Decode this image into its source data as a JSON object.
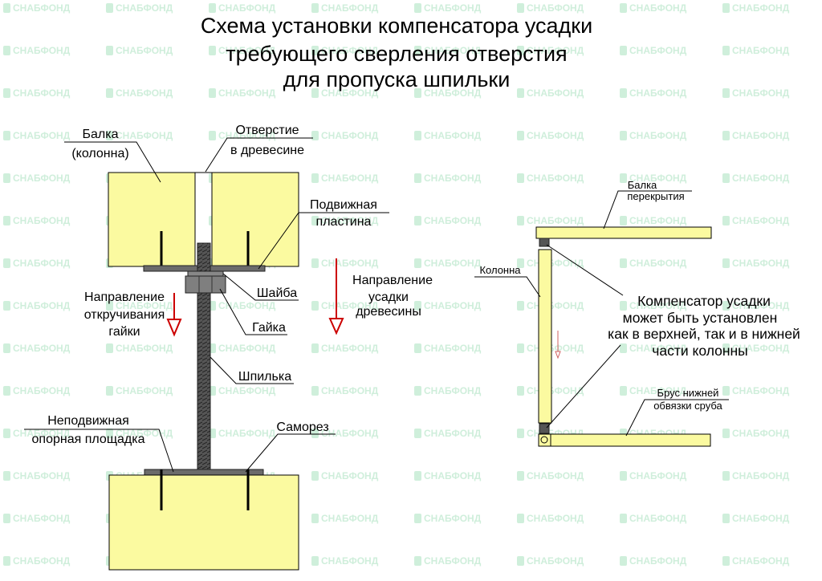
{
  "watermark_text": "СНАБФОНД",
  "title": {
    "line1": "Схема установки компенсатора усадки",
    "line2": "требующего сверления отверстия",
    "line3": "для пропуска шпильки"
  },
  "left_diagram": {
    "beam_line1": "Балка",
    "beam_line2": "(колонна)",
    "hole_line1": "Отверстие",
    "hole_line2": "в древесине",
    "plate_line1": "Подвижная",
    "plate_line2": "пластина",
    "washer": "Шайба",
    "nut": "Гайка",
    "stud": "Шпилька",
    "unscrew_line1": "Направление",
    "unscrew_line2": "откручивания",
    "unscrew_line3": "гайки",
    "shrink_line1": "Направление",
    "shrink_line2": "усадки",
    "shrink_line3": "древесины",
    "fixed_line1": "Неподвижная",
    "fixed_line2": "опорная площадка",
    "screw": "Саморез"
  },
  "right_diagram": {
    "floor_beam_line1": "Балка",
    "floor_beam_line2": "перекрытия",
    "column": "Колонна",
    "note_line1": "Компенсатор усадки",
    "note_line2": "может быть установлен",
    "note_line3": "как в верхней, так и в нижней",
    "note_line4": "части колонны",
    "sill_line1": "Брус нижней",
    "sill_line2": "обвязки сруба"
  },
  "colors": {
    "wood_fill": "#fbfaa0",
    "wood_stroke": "#000000",
    "metal": "#4a4a4a",
    "metal_light": "#7a7a7a",
    "arrow_red": "#cc0000",
    "watermark": "#bfe9cf"
  }
}
